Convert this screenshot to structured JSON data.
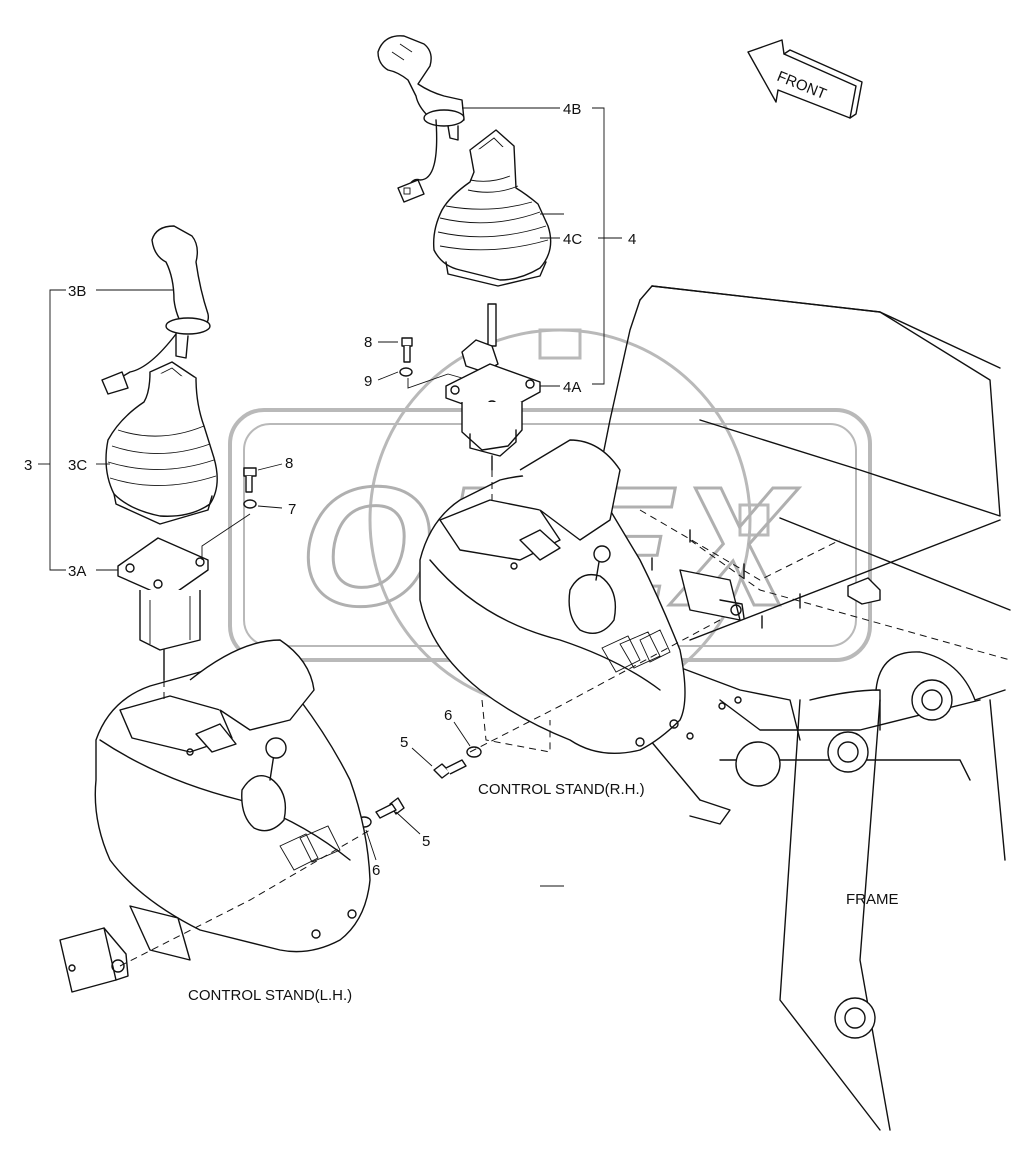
{
  "labels": {
    "front": "FRONT",
    "frame": "FRAME",
    "stand_rh": "CONTROL STAND(R.H.)",
    "stand_lh": "CONTROL STAND(L.H.)",
    "watermark": "OPEX"
  },
  "callouts": {
    "p3": "3",
    "p3a": "3A",
    "p3b": "3B",
    "p3c": "3C",
    "p4": "4",
    "p4a": "4A",
    "p4b": "4B",
    "p4c": "4C",
    "p5a": "5",
    "p5b": "5",
    "p6a": "6",
    "p6b": "6",
    "p7": "7",
    "p8a": "8",
    "p8b": "8",
    "p9": "9"
  }
}
